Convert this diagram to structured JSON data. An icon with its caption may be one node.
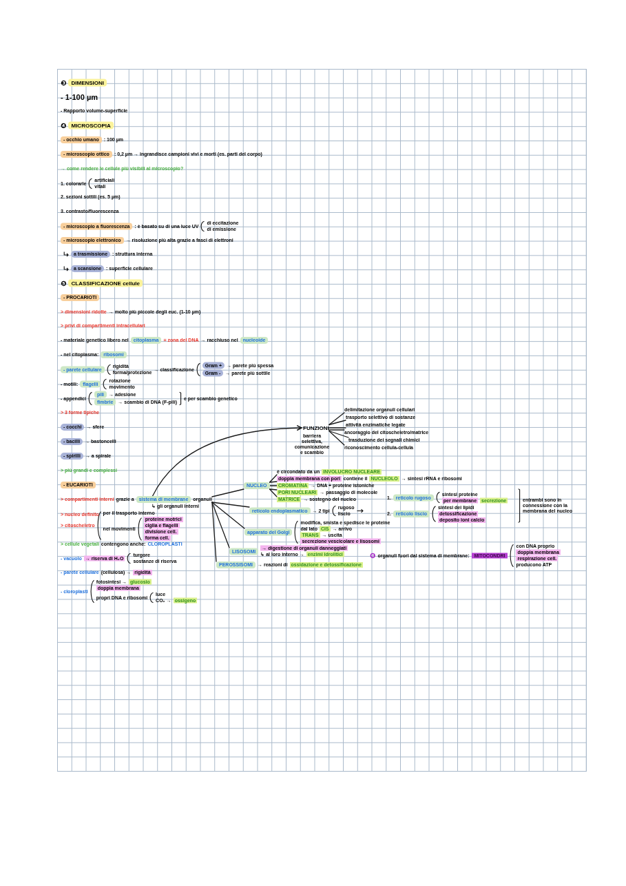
{
  "diagram": {
    "nodes": [
      {
        "text": [
          "sistema di membrane"
        ]
      },
      {
        "text": [
          "organuli"
        ]
      },
      {
        "text": [
          "FUNZIONI"
        ],
        "beside": [
          "barriera selettiva, comunicazione e scambio"
        ]
      },
      {
        "text": [
          "delimitazione organuli cellulari"
        ]
      },
      {
        "text": [
          "trasporto selettivo di sostanze"
        ]
      },
      {
        "text": [
          "attività enzimatiche legate"
        ]
      },
      {
        "text": [
          "ancoraggio del citoscheletro/matrice"
        ]
      },
      {
        "text": [
          "trasduzione dei segnali chimici"
        ]
      },
      {
        "text": [
          "riconoscimento cellula-cellula"
        ]
      },
      {
        "text": [
          "NUCLEO"
        ]
      },
      {
        "text": [
          "è circondato da un",
          "INVOLUCRO NUCLEARE"
        ]
      },
      {
        "text": [
          "doppia membrana con pori",
          "contiene il",
          "NUCLEOLO",
          "→ sintesi rRNA e ribosomi"
        ]
      },
      {
        "text": [
          "CROMATINA",
          "→ DNA + proteine istoniche"
        ]
      },
      {
        "text": [
          "PORI NUCLEARI",
          "→ passaggio di molecole"
        ]
      },
      {
        "text": [
          "MATRICE",
          "→ sostegno del nucleo"
        ]
      },
      {
        "text": [
          "reticolo endoplasmatico"
        ]
      },
      {
        "text": [
          "apparato del Golgi"
        ]
      },
      {
        "text": [
          "LISOSOMI"
        ]
      },
      {
        "text": [
          "PEROSSISOMI"
        ]
      }
    ],
    "edges": [
      {
        "from": 0,
        "to": 2,
        "arrow": "to"
      },
      {
        "from": 2,
        "to": 3,
        "arrow": "none"
      },
      {
        "from": 2,
        "to": 4,
        "arrow": "none"
      },
      {
        "from": 2,
        "to": 5,
        "arrow": "none"
      },
      {
        "from": 2,
        "to": 6,
        "arrow": "none"
      },
      {
        "from": 2,
        "to": 7,
        "arrow": "none"
      },
      {
        "from": 2,
        "to": 8,
        "arrow": "none"
      },
      {
        "from": 1,
        "to": 9,
        "arrow": "none"
      },
      {
        "from": 9,
        "to": 10,
        "arrow": "none"
      },
      {
        "from": 9,
        "to": 11,
        "arrow": "none"
      },
      {
        "from": 9,
        "to": 12,
        "arrow": "none"
      },
      {
        "from": 9,
        "to": 13,
        "arrow": "none"
      },
      {
        "from": 9,
        "to": 14,
        "arrow": "none"
      },
      {
        "from": 1,
        "to": 15,
        "arrow": "none"
      },
      {
        "from": 1,
        "to": 16,
        "arrow": "none"
      },
      {
        "from": 1,
        "to": 17,
        "arrow": "none"
      },
      {
        "from": 1,
        "to": 18,
        "arrow": "none"
      }
    ],
    "labels": [
      "❸",
      "DIMENSIONI",
      "- 1-100 µm",
      "- Rapporto volume-superficie",
      "❹",
      "MICROSCOPIA",
      "- occhio umano",
      ": 100 µm",
      "- microscopio ottico",
      ": 0,2 µm → ingrandisce campioni vivi e morti (es. parti del corpo)",
      "→ come rendere le cellule più visibili al microscopio?",
      "1. colorarle",
      "artificiali",
      "vitali",
      "2. sezioni sottili (es. 5 µm)",
      "3. contrasto/fluorescenza",
      "- microscopio a fluorescenza",
      ": è basato su di una luce UV",
      "di eccitazione",
      "di emissione",
      "- microscopio elettronico",
      "→ risoluzione più alta grazie a fasci di elettroni",
      "a trasmissione",
      ": struttura interna",
      "a scansione",
      ": superficie cellulare",
      "❺",
      "CLASSIFICAZIONE cellule",
      "- PROCARIOTI",
      "> dimensioni ridotte",
      "→ molto più piccole degli euc. (1-10 µm)",
      "> privi di compartimenti intracellulari",
      "- materiale genetico libero nel",
      "citoplasma",
      "= zona del DNA",
      "→ racchiuso nel",
      "nucleoide",
      "- nel citoplasma:",
      "ribosomi",
      "- parete cellulare",
      "rigidità",
      "forma/protezione",
      "→ classificazione",
      "Gram +",
      "→ parete più spessa",
      "Gram -",
      "→ parete più sottile",
      "- motili:",
      "flagelli",
      "rotazione",
      "movimento",
      "- appendici",
      "pili",
      "→ adesione",
      "fimbrie",
      "→ scambio di DNA (F-pili)",
      "e per scambio genetico",
      "> 3 forme tipiche",
      "- cocchi",
      "→ sfere",
      "- bacilli",
      "→ bastoncelli",
      "- spirilli",
      "→ a spirale",
      "> più grandi e complessi",
      "- EUCARIOTI",
      "> compartimenti interni",
      "grazie a",
      "↳ gli organuli interni",
      "> nucleo definito",
      "> citoscheletro",
      "per il trasporto interno",
      "nei movimenti",
      "proteine motrici",
      "ciglia e flagelli",
      "divisione cell.",
      "forma cell.",
      "> cellule vegetali",
      "contengono anche:",
      "CLOROPLASTI",
      "- vacuolo",
      "→ riserva di H₂O",
      "turgore",
      "sostanze di riserva",
      "- parete cellulare",
      "(cellulosa) →",
      "rigidità",
      "- cloroplasti",
      "fotosintesi →",
      "glucosio",
      "doppia membrana",
      "propri DNA e ribosomi",
      "luce",
      "CO₂ →",
      "ossigeno",
      "→ 2 tipi",
      "rugoso",
      "liscio",
      "1.",
      "reticolo rugoso",
      "sintesi proteine",
      "per membrane",
      "secrezione",
      "2.",
      "reticolo liscio",
      "sintesi dei lipidi",
      "detossificazione",
      "deposito ioni calcio",
      "entrambi sono in connessione con la membrana del nucleo",
      "modifica, smista e spedisce le proteine",
      "dal lato",
      "CIS",
      "→ arrivo",
      "TRANS",
      "→ uscita",
      "secrezione vescicolare e lisosomi",
      "→ digestione di organuli danneggiati",
      "↳ al loro interno →",
      "enzimi idrolitici",
      "→ reazioni di",
      "ossidazione e detossificazione",
      "❻",
      "organuli fuori dal sistema di membrane:",
      "MITOCONDRI",
      "con DNA proprio",
      "doppia membrana",
      "respirazione cell.",
      "producono ATP"
    ]
  }
}
